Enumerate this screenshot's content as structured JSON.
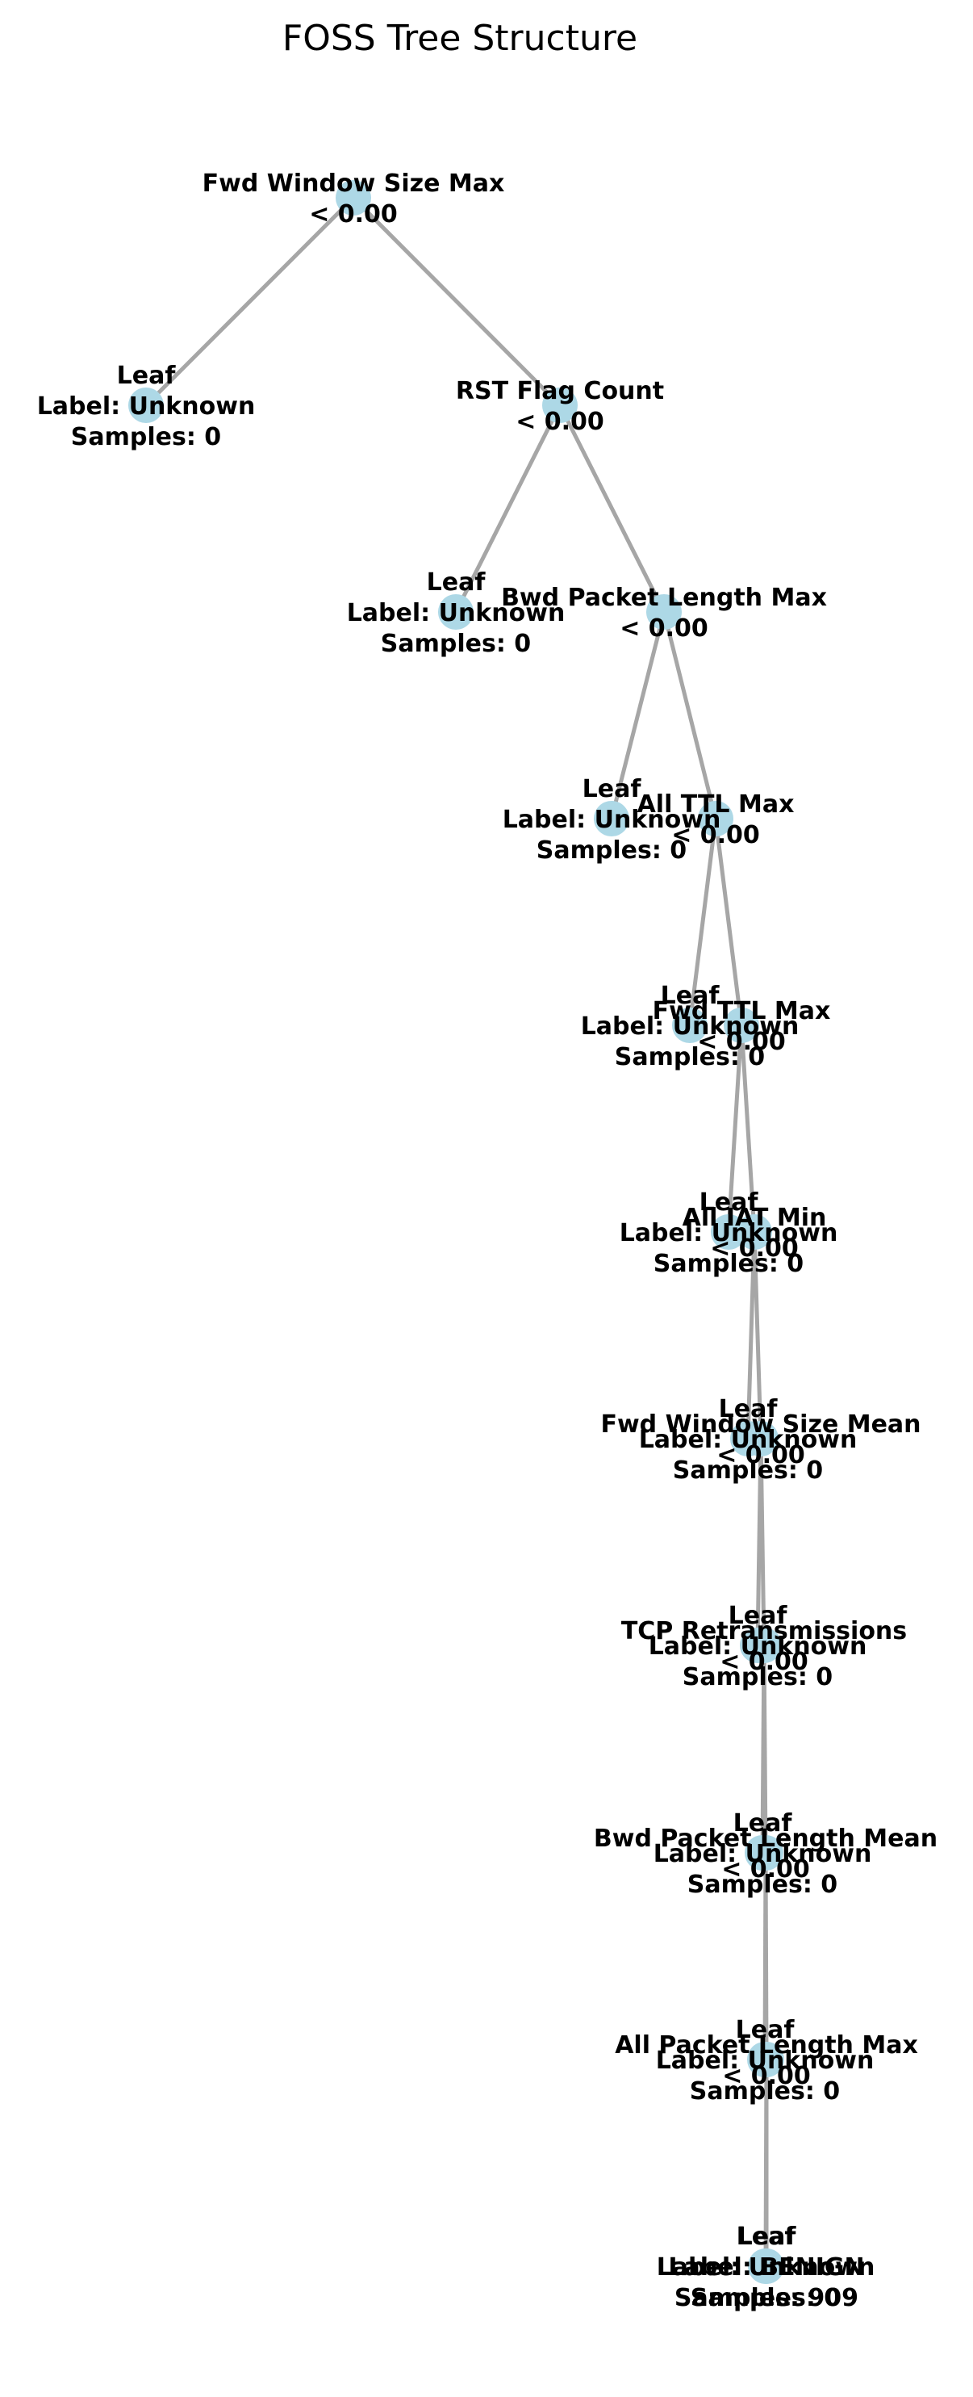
{
  "title": "FOSS Tree Structure",
  "colors": {
    "node_fill": "#add8e6",
    "edge": "#a6a6a6",
    "text": "#000000",
    "background": "#ffffff"
  },
  "nodes": [
    {
      "id": "n0",
      "kind": "split",
      "lines": [
        "Fwd Window Size Max",
        "< 0.00"
      ]
    },
    {
      "id": "n1",
      "kind": "leaf",
      "lines": [
        "Leaf",
        "Label: Unknown",
        "Samples: 0"
      ]
    },
    {
      "id": "n2",
      "kind": "split",
      "lines": [
        "RST Flag Count",
        "< 0.00"
      ]
    },
    {
      "id": "n3",
      "kind": "leaf",
      "lines": [
        "Leaf",
        "Label: Unknown",
        "Samples: 0"
      ]
    },
    {
      "id": "n4",
      "kind": "split",
      "lines": [
        "Bwd Packet Length Max",
        "< 0.00"
      ]
    },
    {
      "id": "n5",
      "kind": "leaf",
      "lines": [
        "Leaf",
        "Label: Unknown",
        "Samples: 0"
      ]
    },
    {
      "id": "n6",
      "kind": "split",
      "lines": [
        "All TTL Max",
        "< 0.00"
      ]
    },
    {
      "id": "n7",
      "kind": "leaf",
      "lines": [
        "Leaf",
        "Label: Unknown",
        "Samples: 0"
      ]
    },
    {
      "id": "n8",
      "kind": "split",
      "lines": [
        "Fwd TTL Max",
        "< 0.00"
      ]
    },
    {
      "id": "n9",
      "kind": "leaf",
      "lines": [
        "Leaf",
        "Label: Unknown",
        "Samples: 0"
      ]
    },
    {
      "id": "n10",
      "kind": "split",
      "lines": [
        "All IAT Min",
        "< 0.00"
      ]
    },
    {
      "id": "n11",
      "kind": "leaf",
      "lines": [
        "Leaf",
        "Label: Unknown",
        "Samples: 0"
      ]
    },
    {
      "id": "n12",
      "kind": "split",
      "lines": [
        "Fwd Window Size Mean",
        "< 0.00"
      ]
    },
    {
      "id": "n13",
      "kind": "leaf",
      "lines": [
        "Leaf",
        "Label: Unknown",
        "Samples: 0"
      ]
    },
    {
      "id": "n14",
      "kind": "split",
      "lines": [
        "TCP Retransmissions",
        "< 0.00"
      ]
    },
    {
      "id": "n15",
      "kind": "leaf",
      "lines": [
        "Leaf",
        "Label: Unknown",
        "Samples: 0"
      ]
    },
    {
      "id": "n16",
      "kind": "split",
      "lines": [
        "Bwd Packet Length Mean",
        "< 0.00"
      ]
    },
    {
      "id": "n17",
      "kind": "leaf",
      "lines": [
        "Leaf",
        "Label: Unknown",
        "Samples: 0"
      ]
    },
    {
      "id": "n18",
      "kind": "split",
      "lines": [
        "All Packet Length Max",
        "< 0.00"
      ]
    },
    {
      "id": "n19",
      "kind": "leaf",
      "lines": [
        "Leaf",
        "Label: Unknown",
        "Samples: 0"
      ]
    },
    {
      "id": "n20",
      "kind": "leaf",
      "lines": [
        "Leaf",
        "Label: BENIGN",
        "Samples: 909"
      ]
    }
  ],
  "edges": [
    [
      "n0",
      "n1"
    ],
    [
      "n0",
      "n2"
    ],
    [
      "n2",
      "n3"
    ],
    [
      "n2",
      "n4"
    ],
    [
      "n4",
      "n5"
    ],
    [
      "n4",
      "n6"
    ],
    [
      "n6",
      "n7"
    ],
    [
      "n6",
      "n8"
    ],
    [
      "n8",
      "n9"
    ],
    [
      "n8",
      "n10"
    ],
    [
      "n10",
      "n11"
    ],
    [
      "n10",
      "n12"
    ],
    [
      "n12",
      "n13"
    ],
    [
      "n12",
      "n14"
    ],
    [
      "n14",
      "n15"
    ],
    [
      "n14",
      "n16"
    ],
    [
      "n16",
      "n17"
    ],
    [
      "n16",
      "n18"
    ],
    [
      "n18",
      "n19"
    ],
    [
      "n18",
      "n20"
    ]
  ]
}
